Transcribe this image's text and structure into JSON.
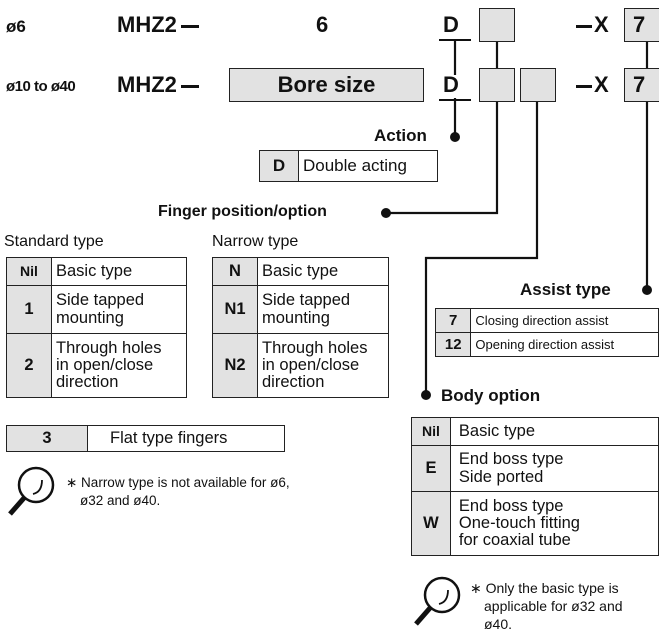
{
  "row1": {
    "size": "ø6",
    "model": "MHZ2",
    "bore_value": "6",
    "action_code": "D",
    "dash_x": "X",
    "assist_code": "7"
  },
  "row2": {
    "size": "ø10 to ø40",
    "model": "MHZ2",
    "bore_label": "Bore size",
    "action_code": "D",
    "dash_x": "X",
    "assist_code": "7"
  },
  "action": {
    "title": "Action",
    "rows": [
      {
        "code": "D",
        "desc": "Double acting"
      }
    ]
  },
  "finger": {
    "title": "Finger position/option",
    "standard": {
      "title": "Standard type",
      "rows": [
        {
          "code": "Nil",
          "desc": [
            "Basic type"
          ]
        },
        {
          "code": "1",
          "desc": [
            "Side tapped",
            "mounting"
          ]
        },
        {
          "code": "2",
          "desc": [
            "Through holes",
            "in open/close",
            "direction"
          ]
        }
      ]
    },
    "narrow": {
      "title": "Narrow type",
      "rows": [
        {
          "code": "N",
          "desc": [
            "Basic type"
          ]
        },
        {
          "code": "N1",
          "desc": [
            "Side tapped",
            "mounting"
          ]
        },
        {
          "code": "N2",
          "desc": [
            "Through holes",
            "in open/close",
            "direction"
          ]
        }
      ]
    },
    "flat": {
      "code": "3",
      "desc": "Flat type fingers"
    },
    "note": [
      "∗ Narrow type is not available for ø6,",
      "ø32 and ø40."
    ]
  },
  "assist": {
    "title": "Assist type",
    "rows": [
      {
        "code": "7",
        "desc": "Closing direction assist"
      },
      {
        "code": "12",
        "desc": "Opening direction assist"
      }
    ]
  },
  "body": {
    "title": "Body option",
    "rows": [
      {
        "code": "Nil",
        "desc": [
          "Basic type"
        ]
      },
      {
        "code": "E",
        "desc": [
          "End boss type",
          "Side ported"
        ]
      },
      {
        "code": "W",
        "desc": [
          "End boss type",
          "One-touch fitting",
          "for coaxial tube"
        ]
      }
    ],
    "note": [
      "∗ Only the basic type is",
      "applicable for ø32 and",
      "ø40."
    ]
  }
}
